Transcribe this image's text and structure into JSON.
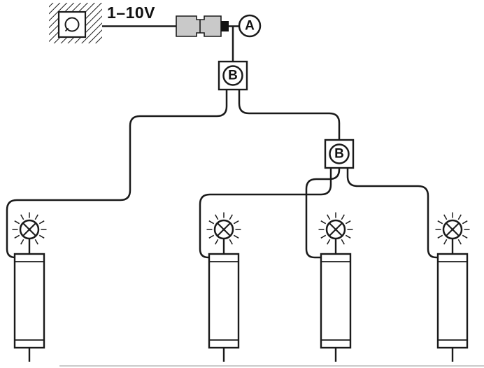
{
  "diagram": {
    "colors": {
      "background": "#ffffff",
      "line": "#1a1a1a",
      "connector_fill": "#c9c9c9",
      "edge_line": "#b9b9b9"
    },
    "labels": {
      "dimmer_signal": "1–10V",
      "node_a": "A",
      "distributor_1": "B",
      "distributor_2": "B"
    },
    "icons": [
      "wall-dimmer-icon",
      "plug-connector-icon",
      "lamp-bulb-icon",
      "fluorescent-lamp-icon"
    ],
    "lamp_count": 4
  }
}
